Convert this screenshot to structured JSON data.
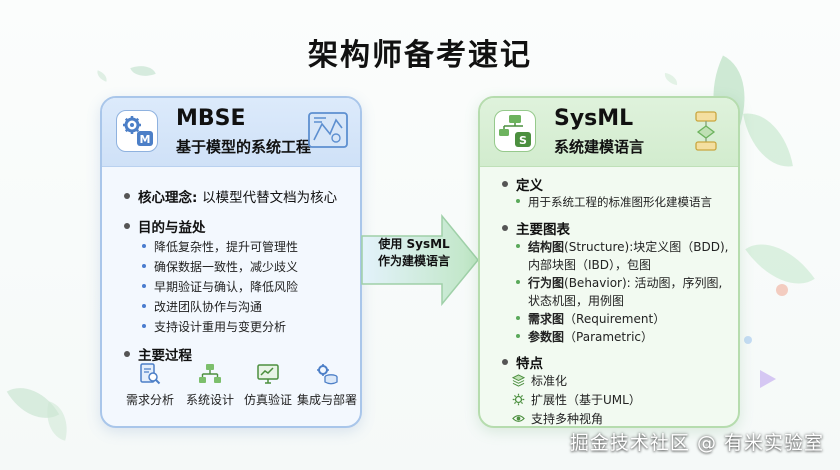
{
  "title": "架构师备考速记",
  "left_card": {
    "name": "MBSE",
    "subtitle": "基于模型的系统工程",
    "icon_label": "M",
    "core": {
      "label": "核心理念:",
      "value": "以模型代替文档为核心"
    },
    "benefits_label": "目的与益处",
    "benefits": [
      "降低复杂性，提升可管理性",
      "确保数据一致性，减少歧义",
      "早期验证与确认，降低风险",
      "改进团队协作与沟通",
      "支持设计重用与变更分析"
    ],
    "process_label": "主要过程",
    "processes": [
      {
        "label": "需求分析",
        "icon": "document-search-icon"
      },
      {
        "label": "系统设计",
        "icon": "hierarchy-icon"
      },
      {
        "label": "仿真验证",
        "icon": "monitor-chart-icon"
      },
      {
        "label": "集成与部署",
        "icon": "gear-database-icon"
      }
    ]
  },
  "arrow": {
    "line1": "使用 SysML",
    "line2": "作为建模语言"
  },
  "right_card": {
    "name": "SysML",
    "subtitle": "系统建模语言",
    "icon_label": "S",
    "definition_label": "定义",
    "definition": "用于系统工程的标准图形化建模语言",
    "diagrams_label": "主要图表",
    "diagrams": [
      {
        "name": "结构图",
        "lines": [
          "(Structure):块定义图（BDD),",
          "内部块图（IBD），包图"
        ]
      },
      {
        "name": "行为图",
        "lines": [
          "(Behavior): 活动图，序列图,",
          "状态机图，用例图"
        ]
      },
      {
        "name": "需求图",
        "lines": [
          "（Requirement）"
        ]
      },
      {
        "name": "参数图",
        "lines": [
          "（Parametric）"
        ]
      }
    ],
    "features_label": "特点",
    "features": [
      {
        "label": "标准化",
        "icon": "layers-icon"
      },
      {
        "label": "扩展性（基于UML）",
        "icon": "gear-icon"
      },
      {
        "label": "支持多种视角",
        "icon": "eye-icon"
      }
    ]
  },
  "watermark": "掘金技术社区 @ 有米实验室",
  "colors": {
    "blue_border": "#a9c6ea",
    "green_border": "#b6dcae",
    "arrow": "#bfe6c4"
  }
}
